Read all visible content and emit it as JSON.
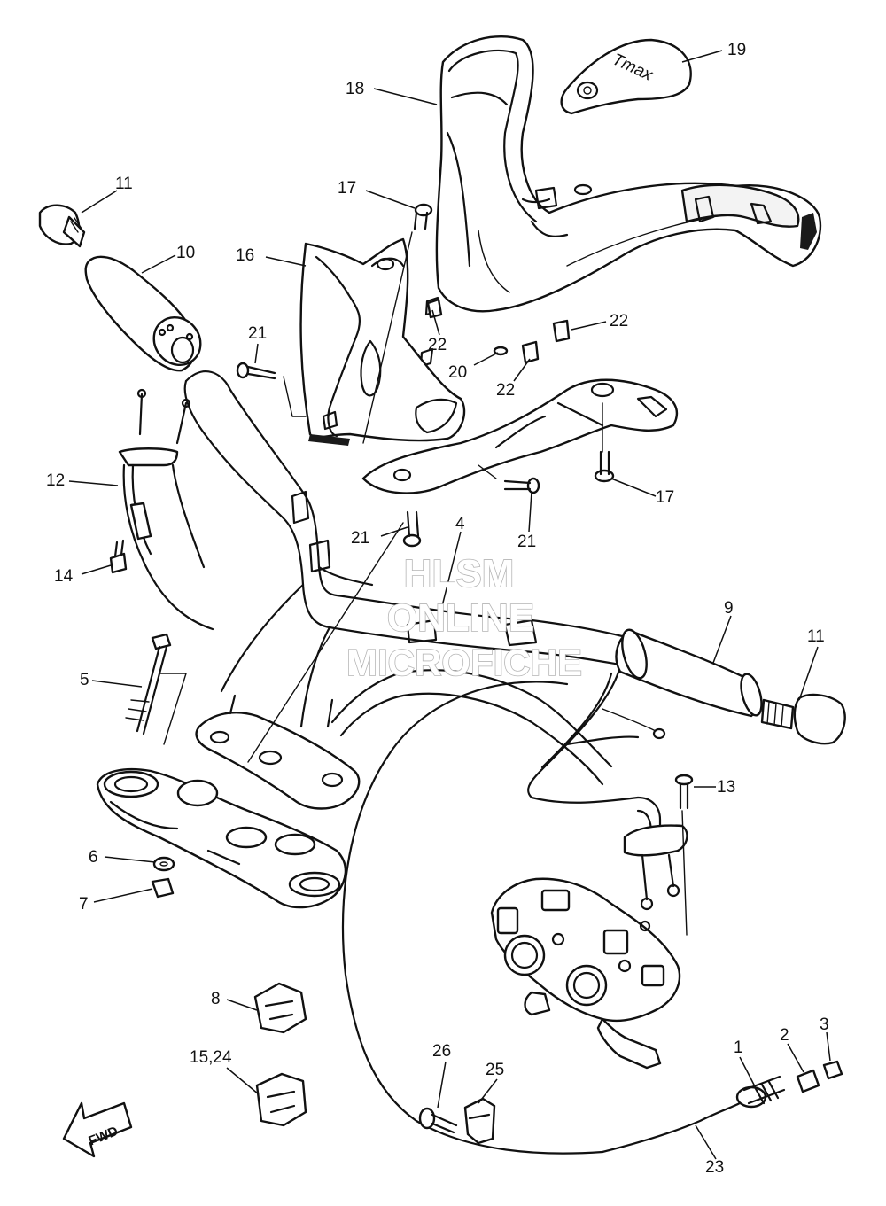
{
  "diagram": {
    "callouts": {
      "c1": "1",
      "c2": "2",
      "c3": "3",
      "c4": "4",
      "c5": "5",
      "c6": "6",
      "c7": "7",
      "c8": "8",
      "c9": "9",
      "c10": "10",
      "c11a": "11",
      "c11b": "11",
      "c12": "12",
      "c13": "13",
      "c14": "14",
      "c1524": "15,24",
      "c16": "16",
      "c17a": "17",
      "c17b": "17",
      "c18": "18",
      "c19": "19",
      "c20": "20",
      "c21a": "21",
      "c21b": "21",
      "c21c": "21",
      "c22a": "22",
      "c22b": "22",
      "c22c": "22",
      "c23": "23",
      "c25": "25",
      "c26": "26"
    },
    "watermark": {
      "line1": "HLSM",
      "line2": "ONLINE",
      "line3": "MICROFICHE"
    },
    "fwd_label": "FWD",
    "cover_badge": "Tmax"
  }
}
